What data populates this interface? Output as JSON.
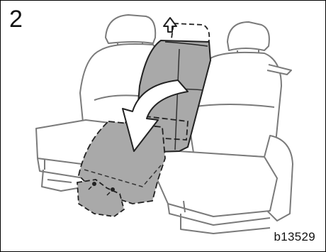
{
  "figure": {
    "step_number": "2",
    "figure_code": "b13529"
  },
  "colors": {
    "line": "#7a7a7a",
    "highlight_fill": "#a9a9a9",
    "highlight_edge": "#222222",
    "arrow_fill": "#ffffff",
    "background": "#ffffff"
  },
  "icons": [
    "seat-illustration",
    "fold-down-arrow-icon",
    "pull-up-arrow-icon"
  ]
}
